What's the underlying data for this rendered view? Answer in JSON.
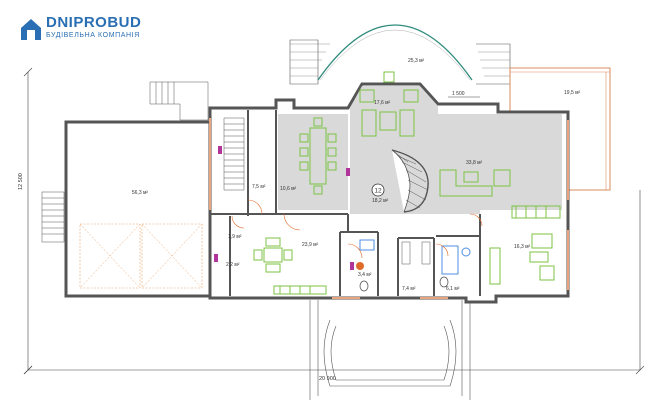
{
  "brand": {
    "name": "DNIPROBUD",
    "tagline": "БУДІВЕЛЬНА КОМПАНІЯ",
    "color": "#2a6fb3"
  },
  "dimensions": {
    "width": "20 900",
    "height": "12 500",
    "balcony": "1 500"
  },
  "rooms": {
    "garage": "56,3 м²",
    "stair_hall": "7,5 м²",
    "storage": "10,6 м²",
    "small_store": "1,9 м²",
    "boiler": "2,2 м²",
    "kitchen": "23,9 м²",
    "bath_left": "3,4 м²",
    "corridor": "7,4 м²",
    "bath_right": "6,1 м²",
    "office": "16,3 м²",
    "hall": "18,2 м²",
    "hall_number": "12",
    "dining_bay": "17,6 м²",
    "living": "33,8 м²",
    "rear_terrace": "25,3 м²",
    "side_terrace": "19,5 м²"
  },
  "colors": {
    "furniture": "#7cc242",
    "wall": "#555555",
    "terrace": "#d98b5f",
    "floor_grey": "#d9d9d9",
    "water": "#4f8fe0",
    "garage_door": "#e8a46a",
    "door_swing": "#e06a2a",
    "teal_arc": "#2f8c7d",
    "magenta": "#b0349a",
    "wall_accent": "#e9a37f"
  }
}
